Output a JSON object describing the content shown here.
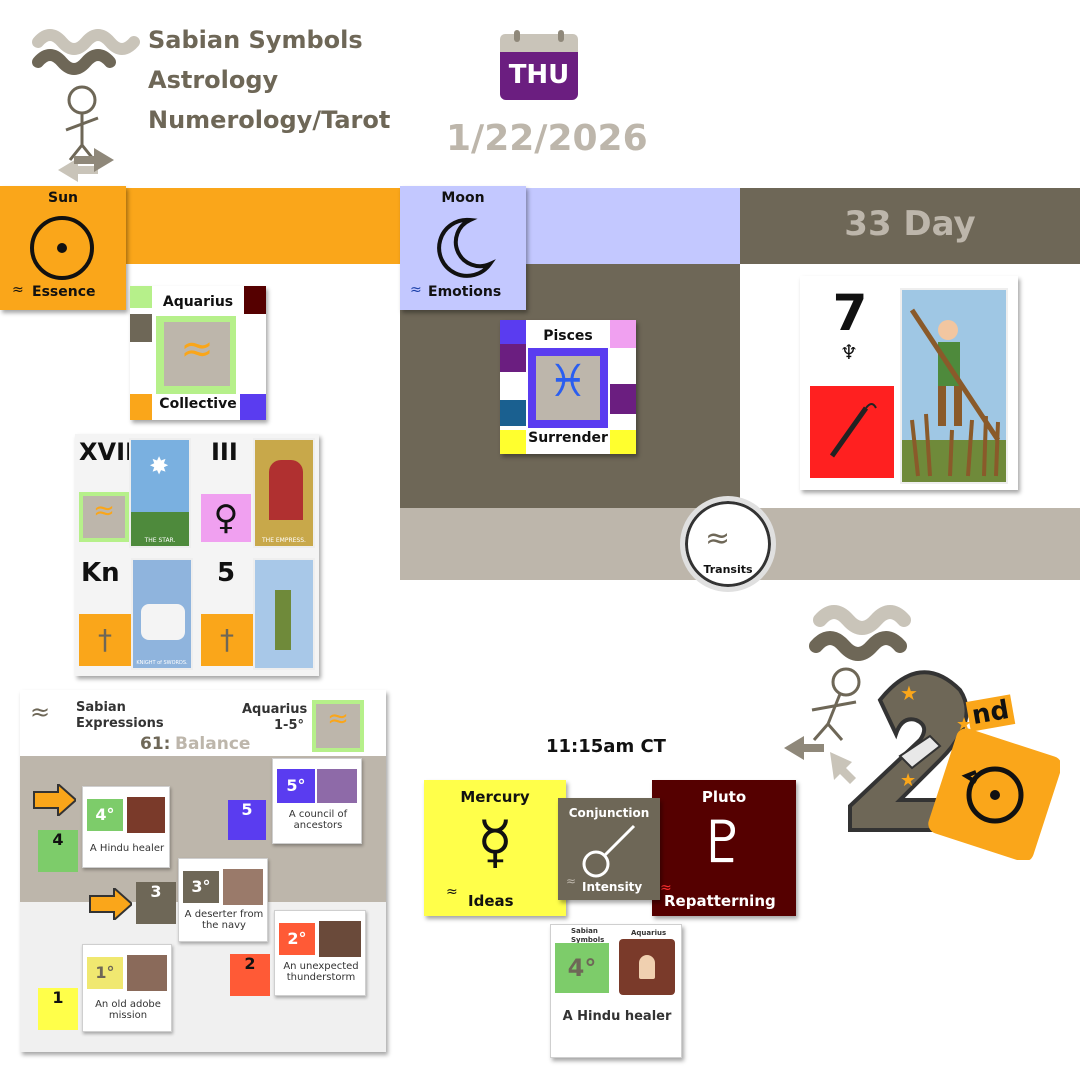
{
  "header": {
    "title_lines": [
      "Sabian Symbols",
      "Astrology",
      "Numerology/Tarot"
    ],
    "weekday": "THU",
    "date": "1/22/2026"
  },
  "sun": {
    "label": "Sun",
    "keyword": "Essence",
    "sign": "Aquarius",
    "sign_keyword": "Collective"
  },
  "moon": {
    "label": "Moon",
    "keyword": "Emotions",
    "sign": "Pisces",
    "sign_keyword": "Surrender"
  },
  "numerology": {
    "day_label": "33 Day",
    "number": "7"
  },
  "tarot_grid": [
    {
      "label": "XVII",
      "card": "THE STAR."
    },
    {
      "label": "III",
      "card": "THE EMPRESS."
    },
    {
      "label": "Kn",
      "card": "KNIGHT of SWORDS."
    },
    {
      "label": "5",
      "card": ""
    }
  ],
  "transits_label": "Transits",
  "second": {
    "text": "nd",
    "digit": "2"
  },
  "expressions": {
    "title": "Sabian Expressions",
    "sign": "Aquarius",
    "range": "1-5°",
    "number": "61:",
    "theme": "Balance",
    "cards": [
      {
        "degree": "5°",
        "number": "5",
        "phrase": "A council of ancestors"
      },
      {
        "degree": "4°",
        "number": "4",
        "phrase": "A Hindu healer"
      },
      {
        "degree": "3°",
        "number": "3",
        "phrase": "A deserter from the navy"
      },
      {
        "degree": "2°",
        "number": "2",
        "phrase": "An unexpected thunderstorm"
      },
      {
        "degree": "1°",
        "number": "1",
        "phrase": "An old adobe mission"
      }
    ],
    "mini_header": "Sabian Symbols",
    "mini_sign": "Aquarius"
  },
  "aspect": {
    "time": "11:15am CT",
    "planet1": "Mercury",
    "planet1_keyword": "Ideas",
    "aspect": "Conjunction",
    "aspect_keyword": "Intensity",
    "planet2": "Pluto",
    "planet2_keyword": "Repatterning",
    "card": {
      "degree": "4°",
      "phrase": "A Hindu healer",
      "header": "Sabian Symbols",
      "sign": "Aquarius"
    }
  },
  "colors": {
    "orange": "#faa61a",
    "lavender": "#c3c8ff",
    "taupe": "#6e6757",
    "stone": "#bdb6ab",
    "yellow": "#ffff4a",
    "maroon": "#550000",
    "purple": "#6b1e80",
    "green": "#7dcc6a"
  }
}
